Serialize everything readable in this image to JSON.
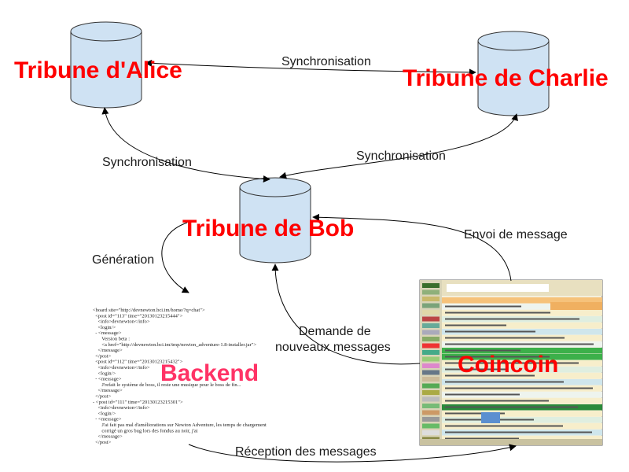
{
  "nodes": {
    "alice": {
      "title": "Tribune d'Alice"
    },
    "charlie": {
      "title": "Tribune de Charlie"
    },
    "bob": {
      "title": "Tribune de Bob"
    },
    "backend": {
      "title": "Backend"
    },
    "coincoin": {
      "title": "Coincoin"
    }
  },
  "edges": {
    "alice_charlie": "Synchronisation",
    "alice_bob": "Synchronisation",
    "charlie_bob": "Synchronisation",
    "bob_backend": "Génération",
    "coincoin_bob_send": "Envoi de message",
    "coincoin_bob_request_line1": "Demande de",
    "coincoin_bob_request_line2": "nouveaux messages",
    "backend_coincoin": "Réception des messages"
  },
  "backend_xml": [
    "<board site=\"http://devnewton.bci.im/home/?q=chat\">",
    "  <post id=\"113\" time=\"20130123215444\">",
    "    <info>devnewton</info>",
    "    <login/>",
    "  - <message>",
    "       Version beta :",
    "       <a href=\"http://devnewton.bci.im/tmp/newton_adventure-1.8-installer.jar\">",
    "    </message>",
    "  </post>",
    "  <post id=\"112\" time=\"20130123215432\">",
    "    <info>devnewton</info>",
    "    <login/>",
    "  - <message>",
    "       J'refait le système de boss, il reste une musique pour le boss de fin...",
    "    </message>",
    "  </post>",
    "- <post id=\"111\" time=\"20130123215301\">",
    "    <info>devnewton</info>",
    "    <login/>",
    "  - <message>",
    "       J'ai fait pas mal d'améliorations sur Newton Adventure, les temps de chargement",
    "       corrigé un gros bug lors des fondus au noir, j'ai",
    "    </message>",
    "  </post>"
  ],
  "colors": {
    "cylinder_fill": "#cfe2f3",
    "cylinder_stroke": "#333333",
    "title_red": "#ff0000",
    "arrow": "#000000"
  }
}
